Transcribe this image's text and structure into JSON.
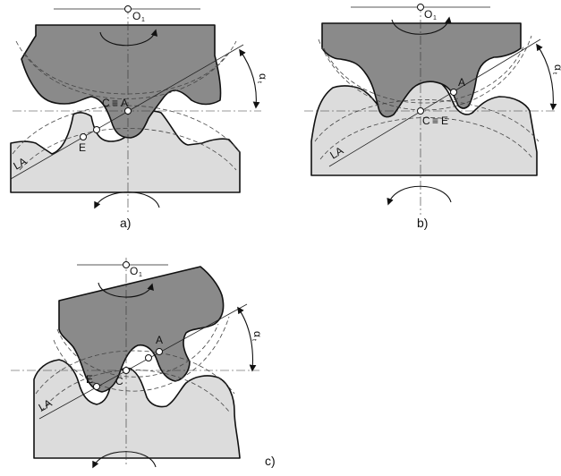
{
  "labels": {
    "center": "O",
    "center_sub": "1",
    "point_a": "A",
    "point_e": "E",
    "point_c": "C",
    "coincide": "≡",
    "action_line": "LA",
    "angle": "α",
    "angle_sub": "t"
  },
  "captions": {
    "a": "a)",
    "b": "b)",
    "c": "c)"
  }
}
